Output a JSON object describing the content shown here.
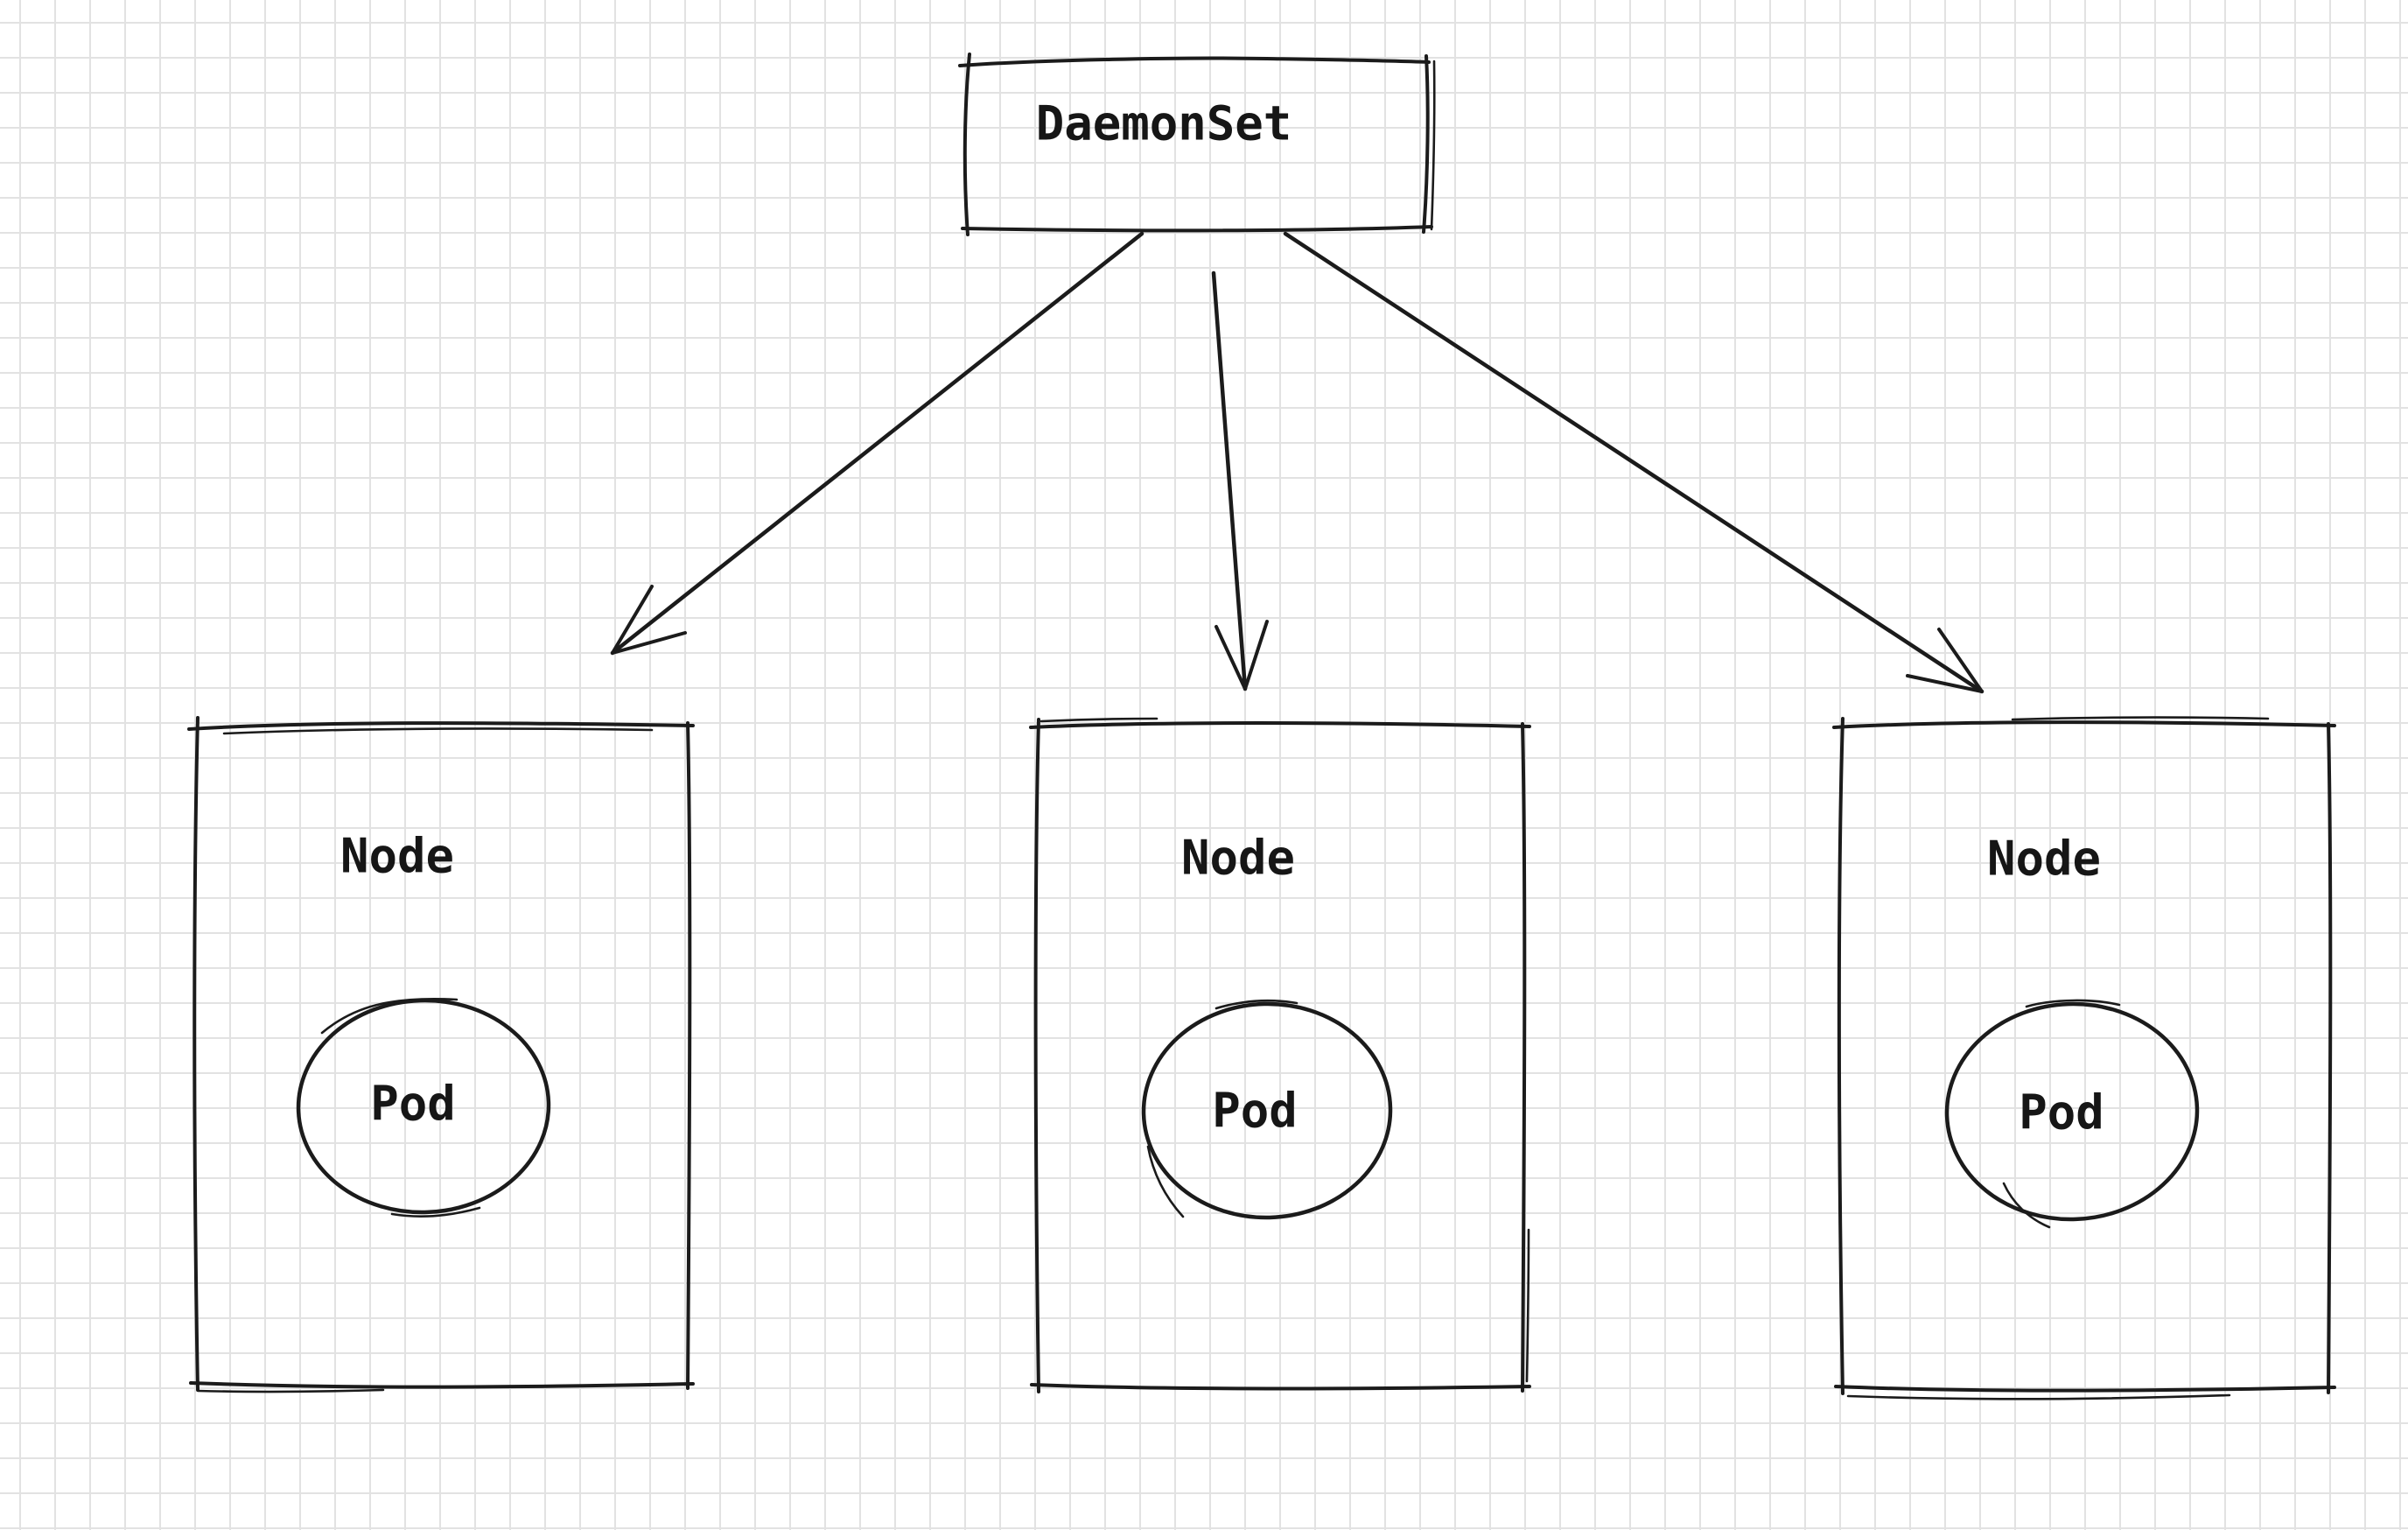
{
  "daemonset": {
    "label": "DaemonSet"
  },
  "nodes": [
    {
      "label": "Node",
      "pod": {
        "label": "Pod"
      }
    },
    {
      "label": "Node",
      "pod": {
        "label": "Pod"
      }
    },
    {
      "label": "Node",
      "pod": {
        "label": "Pod"
      }
    }
  ],
  "colors": {
    "stroke": "#1b1b1b",
    "grid_line": "#e2e2e2",
    "background": "#ffffff",
    "text": "#161616"
  }
}
